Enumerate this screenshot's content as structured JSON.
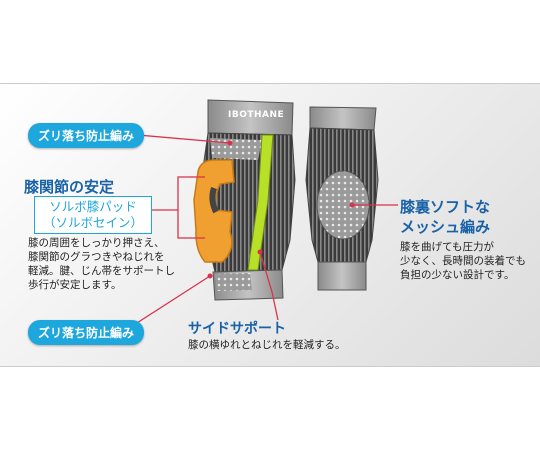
{
  "pill_top": "ズリ落ち防止編み",
  "pill_bottom": "ズリ落ち防止編み",
  "stability": {
    "heading": "膝関節の安定",
    "pad_name": "ソルボ膝パッド",
    "pad_material": "（ソルボセイン）",
    "description_lines": [
      "膝の周囲をしっかり押さえ、",
      "膝関節のグラつきやねじれを",
      "軽減。腱、じん帯をサポートし",
      "歩行が安定します。"
    ]
  },
  "side_support": {
    "heading": "サイドサポート",
    "description": "膝の横ゆれとねじれを軽減する。"
  },
  "mesh": {
    "heading_line1": "膝裏ソフトな",
    "heading_line2": "メッシュ編み",
    "description_lines": [
      "膝を曲げても圧力が",
      "少なく、長時間の装着でも",
      "負担の少ない設計です。"
    ]
  },
  "brand_text": "IBOTHANE",
  "colors": {
    "accent_blue": "#1ea7dd",
    "heading_blue": "#1a62a8",
    "pointer_red": "#d8334a",
    "pad_orange": "#f0a030",
    "stripe_green": "#b8e028"
  }
}
